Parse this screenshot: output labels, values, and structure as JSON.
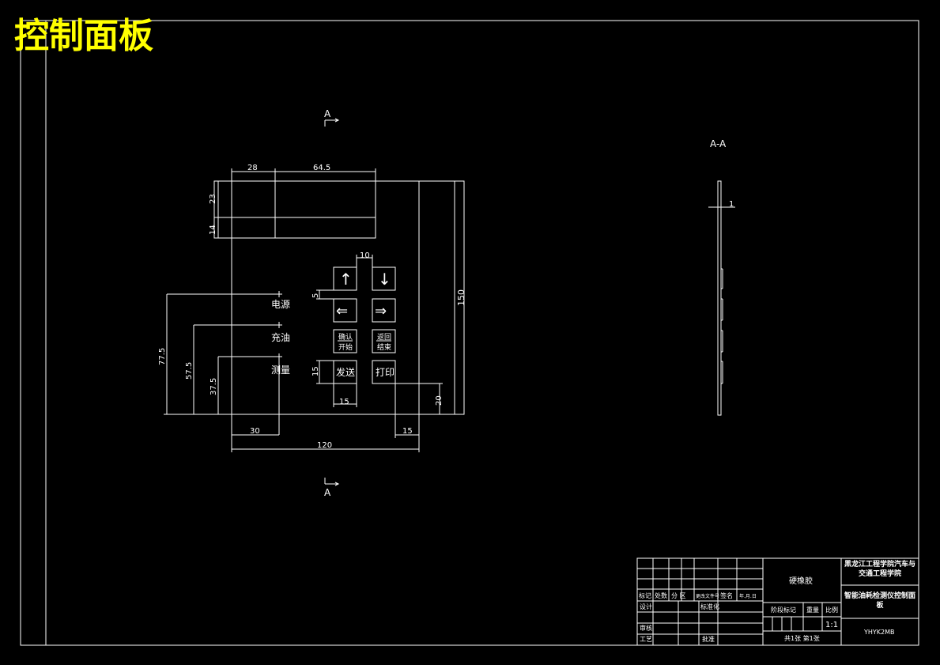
{
  "sheet_title": "控制面板",
  "section": {
    "top_marker": "A",
    "bottom_marker": "A",
    "view_label": "A-A",
    "thickness_dim": "1"
  },
  "dimensions": {
    "top_28": "28",
    "top_64_5": "64.5",
    "left_23": "23",
    "left_14": "14",
    "btn_gap_10": "10",
    "btn_gap_5": "5",
    "btn_h_15": "15",
    "btn_w_15": "15",
    "height_150": "150",
    "h_77_5": "77.5",
    "h_57_5": "57.5",
    "h_37_5": "37.5",
    "h_20": "20",
    "w_30": "30",
    "w_15": "15",
    "w_120": "120"
  },
  "indicators": {
    "power": "电源",
    "charge": "充油",
    "measure": "测量"
  },
  "buttons": {
    "up": "↑",
    "down": "↓",
    "left": "⇐",
    "right": "⇒",
    "queue_line1": "确认",
    "queue_line2": "开始",
    "return_line1": "返回",
    "return_line2": "结束",
    "send": "发送",
    "print": "打印"
  },
  "title_block": {
    "material": "硬橡胶",
    "school": "黑龙江工程学院汽车与交通工程学院",
    "drawing_name": "智能油耗检测仪控制面板",
    "drawing_number": "YHYK2MB",
    "scale": "1:1",
    "sheets": "共1张 第1张",
    "h_mark": "标记",
    "h_count": "处数",
    "h_zone": "分 区",
    "h_change_doc": "更改文件号",
    "h_sign": "签名",
    "h_date": "年.月.日",
    "r_design": "设计",
    "r_standard": "标准化",
    "r_review": "审核",
    "r_process": "工艺",
    "r_approve": "批准",
    "stage_mark": "阶段标记",
    "weight": "重量",
    "ratio": "比例"
  }
}
